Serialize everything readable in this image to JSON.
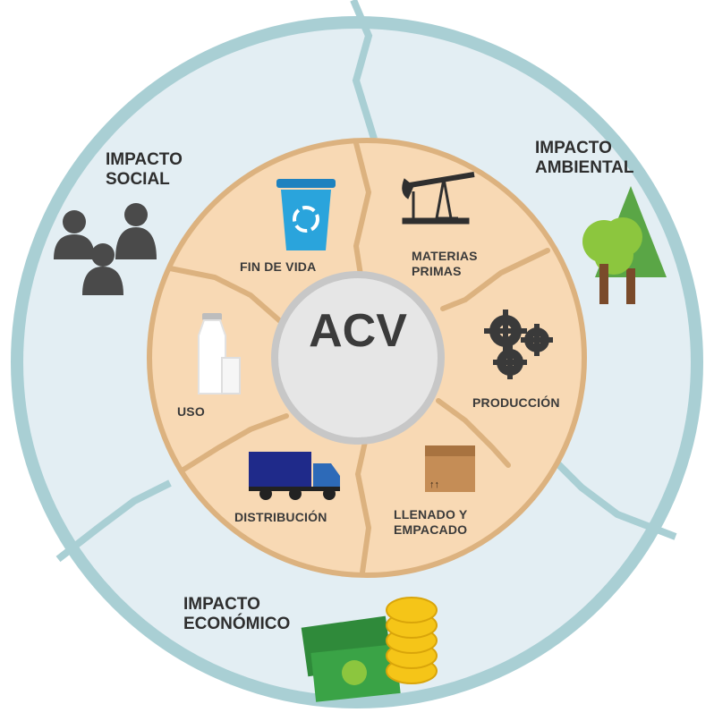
{
  "center": {
    "label": "ACV"
  },
  "stages": {
    "fin_de_vida": "FIN DE VIDA",
    "materias_primas": [
      "MATERIAS",
      "PRIMAS"
    ],
    "produccion": "PRODUCCIÓN",
    "llenado": [
      "LLENADO Y",
      "EMPACADO"
    ],
    "distribucion": "DISTRIBUCIÓN",
    "uso": "USO"
  },
  "impacts": {
    "social": [
      "IMPACTO",
      "SOCIAL"
    ],
    "ambiental": [
      "IMPACTO",
      "AMBIENTAL"
    ],
    "economico": [
      "IMPACTO",
      "ECONÓMICO"
    ]
  },
  "colors": {
    "outer_ring": "#e3eef3",
    "outer_border": "#a9cfd4",
    "inner_ring": "#f8d9b4",
    "divider": "#dcb27f",
    "center_fill": "#e6e6e6",
    "center_border": "#c7c7c7"
  },
  "icons": [
    "recycle-bin-icon",
    "oil-pump-icon",
    "gears-icon",
    "box-icon",
    "truck-icon",
    "milk-bottle-icon",
    "people-icon",
    "trees-icon",
    "money-icon"
  ]
}
